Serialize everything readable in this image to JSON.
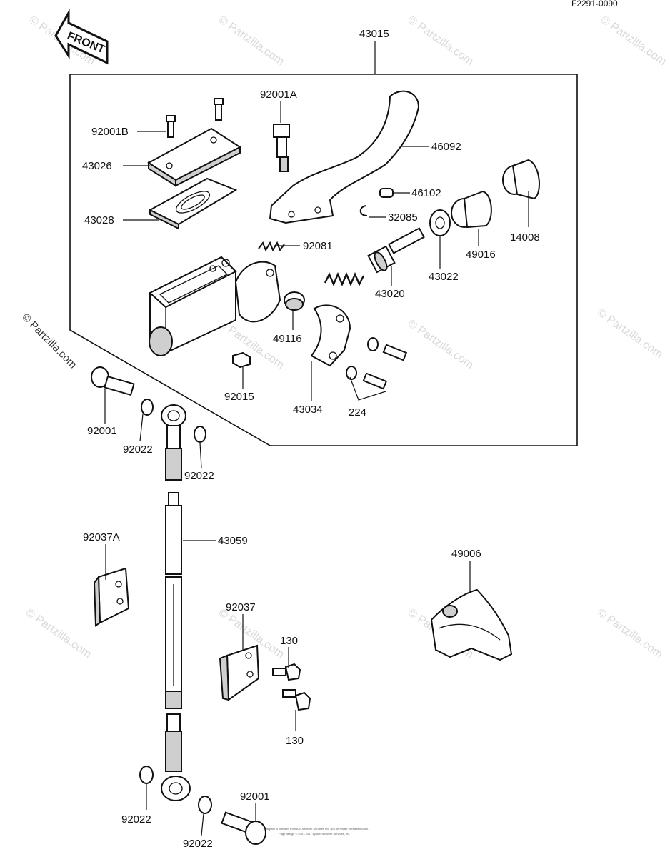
{
  "diagram": {
    "code": "F2291-0090",
    "front_label": "FRONT",
    "watermark": "© Partzilla.com",
    "copyright_line1": "Diagram is licensed from ARI Network Services Inc. Not for resale or redistribution.",
    "copyright_line2": "Page design © 2001-2017 by ARI Network Services, Inc.",
    "parts": [
      {
        "id": "p43015",
        "label": "43015"
      },
      {
        "id": "p92001A",
        "label": "92001A"
      },
      {
        "id": "p92001B",
        "label": "92001B"
      },
      {
        "id": "p46092",
        "label": "46092"
      },
      {
        "id": "p43026",
        "label": "43026"
      },
      {
        "id": "p46102",
        "label": "46102"
      },
      {
        "id": "p43028",
        "label": "43028"
      },
      {
        "id": "p32085",
        "label": "32085"
      },
      {
        "id": "p14008",
        "label": "14008"
      },
      {
        "id": "p92081",
        "label": "92081"
      },
      {
        "id": "p49016",
        "label": "49016"
      },
      {
        "id": "p43022",
        "label": "43022"
      },
      {
        "id": "p43020",
        "label": "43020"
      },
      {
        "id": "p49116",
        "label": "49116"
      },
      {
        "id": "p92015",
        "label": "92015"
      },
      {
        "id": "p43034",
        "label": "43034"
      },
      {
        "id": "p224",
        "label": "224"
      },
      {
        "id": "p92001_top",
        "label": "92001"
      },
      {
        "id": "p92022_a",
        "label": "92022"
      },
      {
        "id": "p92022_b",
        "label": "92022"
      },
      {
        "id": "p43059",
        "label": "43059"
      },
      {
        "id": "p92037A",
        "label": "92037A"
      },
      {
        "id": "p49006",
        "label": "49006"
      },
      {
        "id": "p92037",
        "label": "92037"
      },
      {
        "id": "p130_a",
        "label": "130"
      },
      {
        "id": "p130_b",
        "label": "130"
      },
      {
        "id": "p92001_bottom",
        "label": "92001"
      },
      {
        "id": "p92022_c",
        "label": "92022"
      },
      {
        "id": "p92022_d",
        "label": "92022"
      }
    ]
  }
}
